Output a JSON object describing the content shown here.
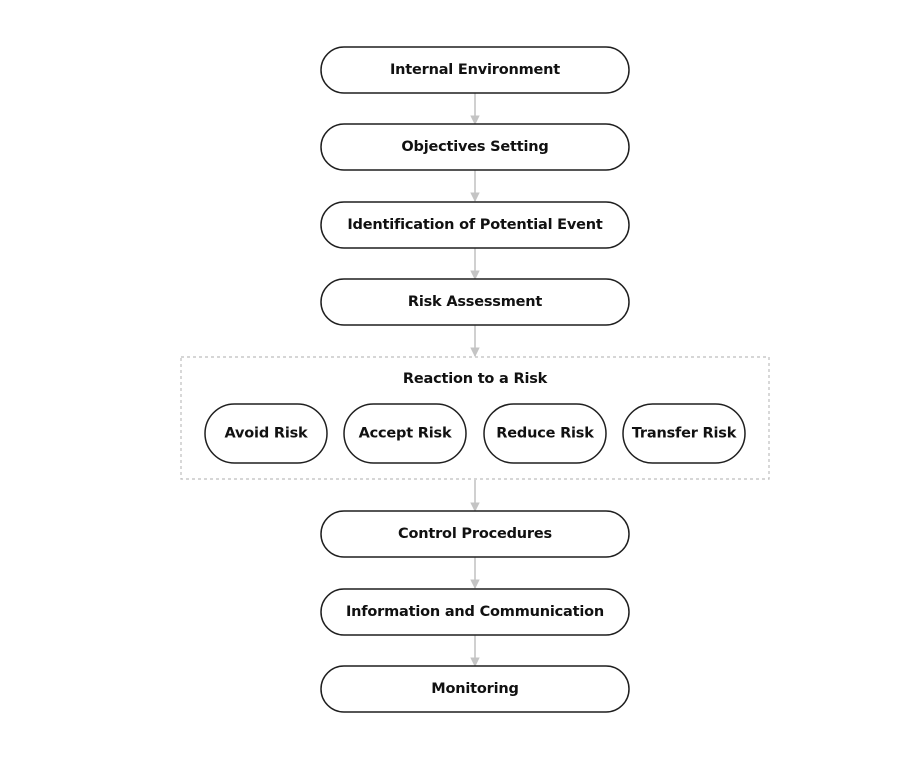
{
  "flow": {
    "steps": [
      {
        "label": "Internal Environment"
      },
      {
        "label": "Objectives Setting"
      },
      {
        "label": "Identification of Potential Event"
      },
      {
        "label": "Risk Assessment"
      }
    ],
    "reaction_group": {
      "title": "Reaction to a Risk",
      "options": [
        {
          "label": "Avoid Risk"
        },
        {
          "label": "Accept Risk"
        },
        {
          "label": "Reduce Risk"
        },
        {
          "label": "Transfer Risk"
        }
      ]
    },
    "steps_after": [
      {
        "label": "Control Procedures"
      },
      {
        "label": "Information and Communication"
      },
      {
        "label": "Monitoring"
      }
    ]
  },
  "colors": {
    "node_border": "#1f1f1f",
    "connector": "#c4c4c4",
    "group_border": "#bdbdbd"
  }
}
